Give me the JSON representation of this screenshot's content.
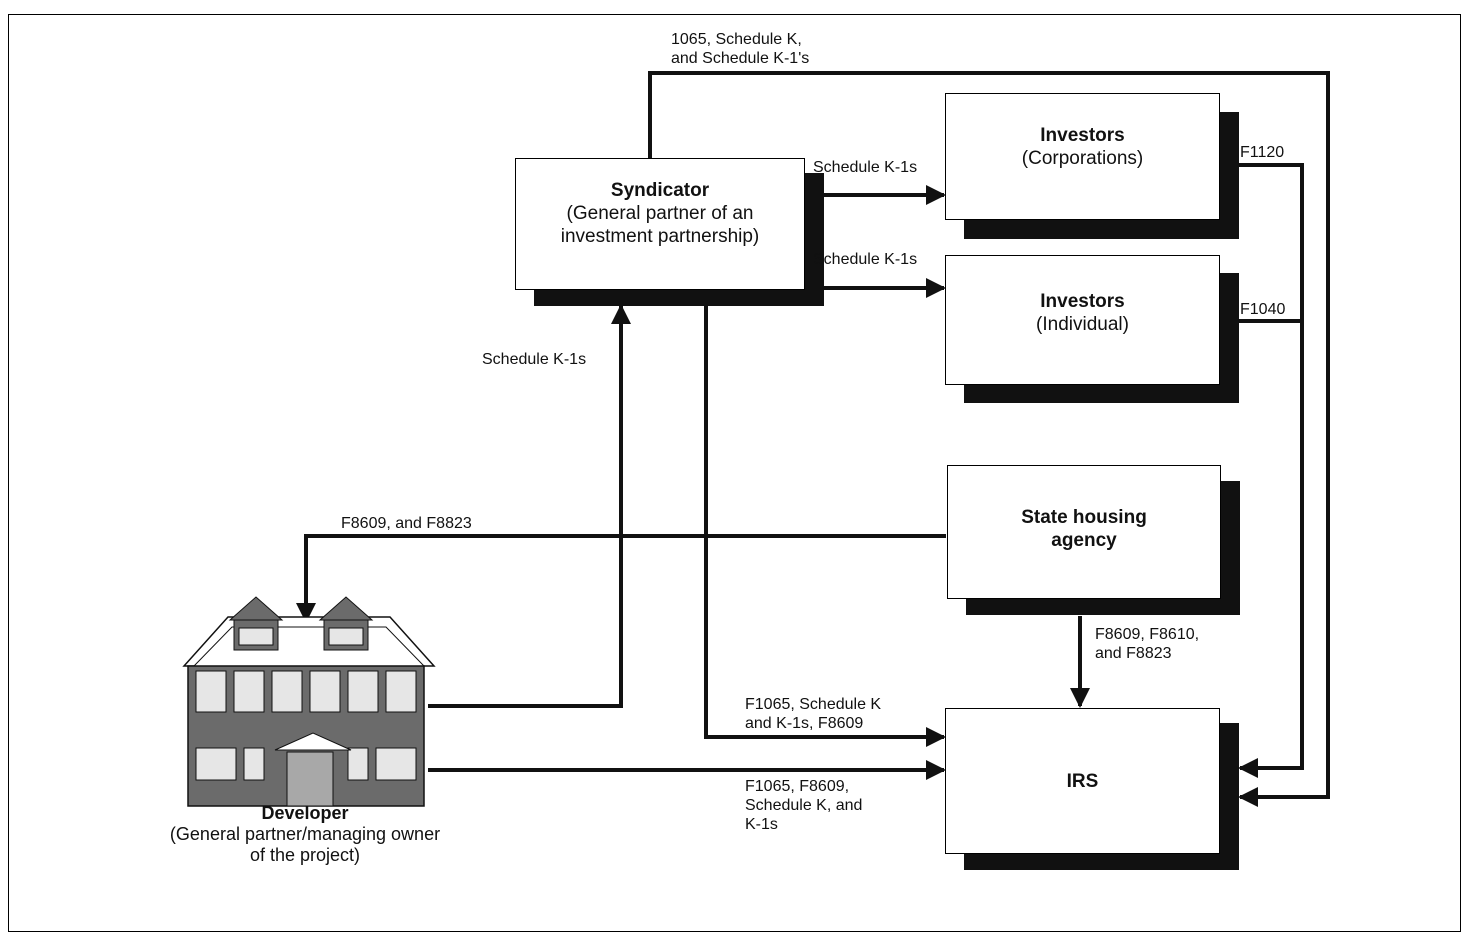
{
  "nodes": {
    "syndicator": {
      "title": "Syndicator",
      "lines": [
        "(General partner of an",
        "investment partnership)"
      ]
    },
    "investors_corp": {
      "title": "Investors",
      "lines": [
        "(Corporations)"
      ]
    },
    "investors_ind": {
      "title": "Investors",
      "lines": [
        "(Individual)"
      ]
    },
    "state_agency": {
      "title": "State housing",
      "lines": [
        "agency"
      ]
    },
    "irs": {
      "title": "IRS"
    },
    "developer": {
      "title": "Developer",
      "lines": [
        "(General partner/managing owner",
        "of the project)"
      ]
    }
  },
  "edges": {
    "synd_to_irs_top": [
      "1065, Schedule K,",
      "and Schedule K-1's"
    ],
    "synd_to_corp": "Schedule K-1s",
    "synd_to_ind": "Schedule K-1s",
    "dev_to_synd": "Schedule K-1s",
    "corp_to_irs": "F1120",
    "ind_to_irs": "F1040",
    "agency_to_dev": "F8609, and F8823",
    "agency_to_irs": [
      "F8609, F8610,",
      "and F8823"
    ],
    "synd_to_irs_bottom": [
      "F1065, Schedule K",
      "and K-1s, F8609"
    ],
    "dev_to_irs": [
      "F1065, F8609,",
      "Schedule K, and",
      "K-1s"
    ]
  },
  "colors": {
    "line": "#111111",
    "building_body": "#6b6b6b",
    "building_window": "#e6e6e6"
  },
  "icons": {
    "developer": "apartment-building-icon"
  }
}
